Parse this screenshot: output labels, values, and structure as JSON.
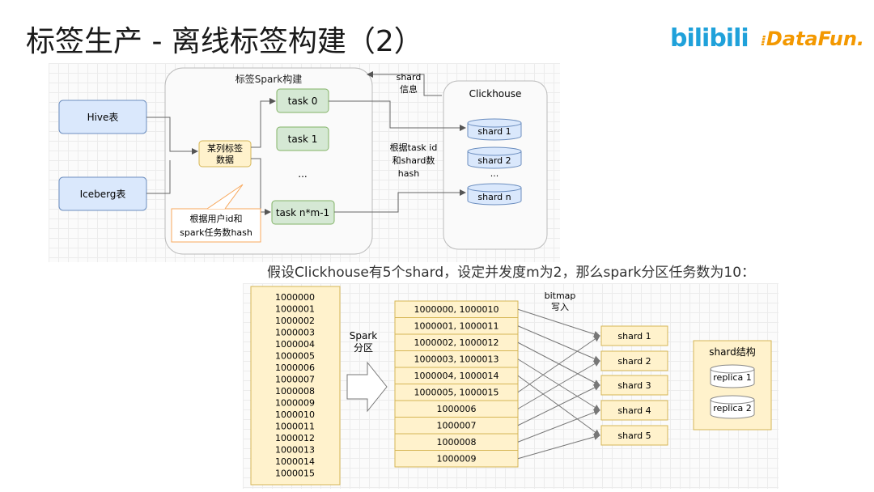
{
  "header": {
    "title": "标签生产 - 离线标签构建（2）",
    "logo_bilibili": "bilibili",
    "logo_datafun": "DataFun."
  },
  "top_diagram": {
    "spark_title": "标签Spark构建",
    "hive": "Hive表",
    "iceberg": "Iceberg表",
    "column_data": [
      "某列标签",
      "数据"
    ],
    "tasks": [
      "task 0",
      "task 1",
      "...",
      "task n*m-1"
    ],
    "hash_note": [
      "根据用户id和",
      "spark任务数hash"
    ],
    "shard_info": [
      "shard",
      "信息"
    ],
    "hash_label": [
      "根据task id",
      "和shard数",
      "hash"
    ],
    "clickhouse_title": "Clickhouse",
    "shards": [
      "shard 1",
      "shard 2",
      "...",
      "shard n"
    ]
  },
  "subtitle": "假设Clickhouse有5个shard，设定并发度m为2，那么spark分区任务数为10：",
  "bottom_diagram": {
    "ids": [
      "1000000",
      "1000001",
      "1000002",
      "1000003",
      "1000004",
      "1000005",
      "1000006",
      "1000007",
      "1000008",
      "1000009",
      "1000010",
      "1000011",
      "1000012",
      "1000013",
      "1000014",
      "1000015"
    ],
    "spark_label": [
      "Spark",
      "分区"
    ],
    "partitions": [
      "1000000, 1000010",
      "1000001, 1000011",
      "1000002, 1000012",
      "1000003, 1000013",
      "1000004, 1000014",
      "1000005, 1000015",
      "1000006",
      "1000007",
      "1000008",
      "1000009"
    ],
    "bitmap_label": [
      "bitmap",
      "写入"
    ],
    "shards": [
      "shard 1",
      "shard 2",
      "shard 3",
      "shard 4",
      "shard 5"
    ],
    "shard_struct_title": "shard结构",
    "replicas": [
      "replica 1",
      "replica 2"
    ]
  },
  "colors": {
    "blue_box": "#dae8fc",
    "blue_border": "#6c8ebf",
    "green_box": "#d5e8d4",
    "green_border": "#82b366",
    "yellow_box": "#fff2cc",
    "yellow_border": "#d6b656",
    "orange_note": "#f8a85c"
  }
}
